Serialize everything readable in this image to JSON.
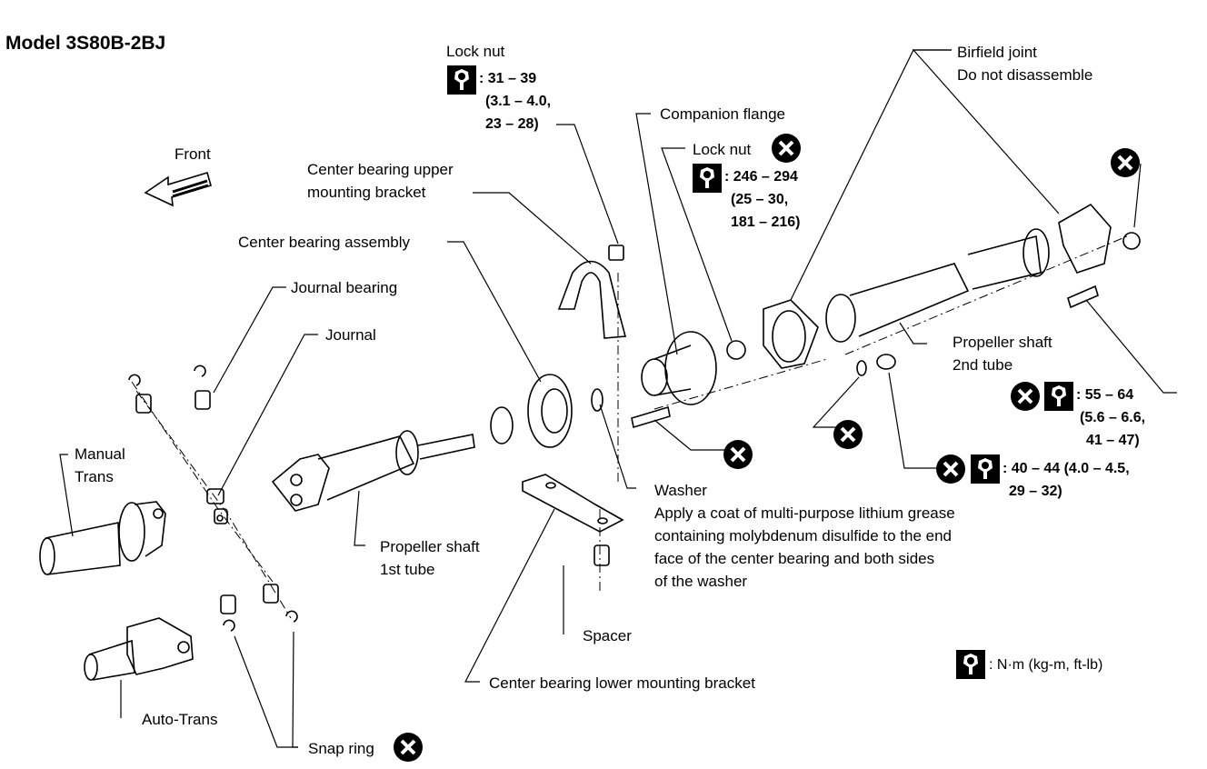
{
  "title": "Model 3S80B-2BJ",
  "front_label": "Front",
  "labels": {
    "lock_nut_top": "Lock nut",
    "torque_lock_nut_top": [
      ": 31 – 39",
      "(3.1 – 4.0,",
      "23 – 28)"
    ],
    "companion_flange": "Companion flange",
    "lock_nut_flange": "Lock nut",
    "torque_lock_nut_flange": [
      ": 246 – 294",
      "(25 – 30,",
      "181 – 216)"
    ],
    "birfield_joint": [
      "Birfield joint",
      "Do not disassemble"
    ],
    "center_bearing_upper_bracket": [
      "Center bearing upper",
      "mounting bracket"
    ],
    "center_bearing_assembly": "Center bearing assembly",
    "journal_bearing": "Journal bearing",
    "journal": "Journal",
    "manual_trans": [
      "Manual",
      "Trans"
    ],
    "propeller_shaft_1st": [
      "Propeller shaft",
      "1st tube"
    ],
    "propeller_shaft_2nd": [
      "Propeller shaft",
      "2nd tube"
    ],
    "torque_2nd_tube_bolt": [
      ": 55 – 64",
      "(5.6 – 6.6,",
      "41 – 47)"
    ],
    "torque_bracket_bolt": [
      ": 40 – 44 (4.0 – 4.5,",
      "29 – 32)"
    ],
    "washer": "Washer",
    "washer_note": [
      "Apply a coat of multi-purpose lithium grease",
      "containing molybdenum disulfide to the end",
      "face of the center bearing and both sides",
      "of the washer"
    ],
    "spacer": "Spacer",
    "auto_trans": "Auto-Trans",
    "center_bearing_lower_bracket": "Center bearing lower mounting bracket",
    "snap_ring": "Snap ring",
    "legend_units": ": N·m (kg-m, ft-lb)"
  },
  "icons": {
    "do_not_reuse": "x-circle-icon",
    "tightening_torque": "wrench-icon"
  }
}
